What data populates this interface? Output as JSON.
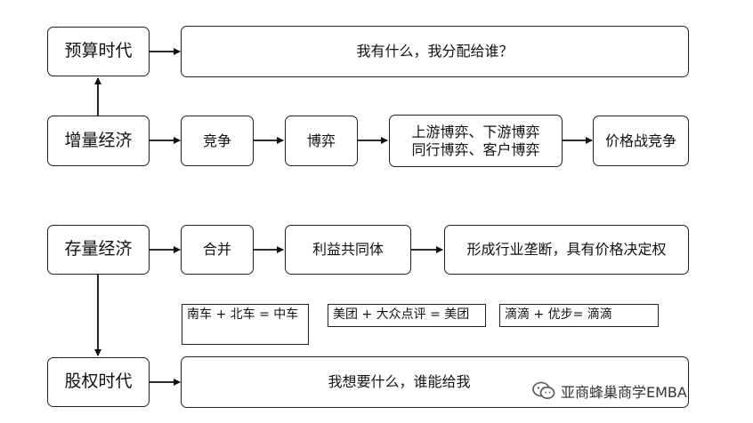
{
  "rows": {
    "budget": {
      "label": "预算时代",
      "desc": "我有什么，我分配给谁？"
    },
    "incremental": {
      "label": "增量经济",
      "steps": [
        "竞争",
        "博弈",
        "上游博弈、下游博弈",
        "同行博弈、客户博弈",
        "价格战竞争"
      ]
    },
    "stock": {
      "label": "存量经济",
      "steps": [
        "合并",
        "利益共同体",
        "形成行业垄断，具有价格决定权"
      ]
    },
    "equity": {
      "label": "股权时代",
      "desc": "我想要什么，谁能给我"
    }
  },
  "examples": [
    "南车 + 北车 = 中车",
    "美团 + 大众点评 = 美团",
    "滴滴 + 优步= 滴滴"
  ],
  "watermark": {
    "icon": "wechat-icon",
    "text": "亚商蜂巢商学EMBA"
  }
}
